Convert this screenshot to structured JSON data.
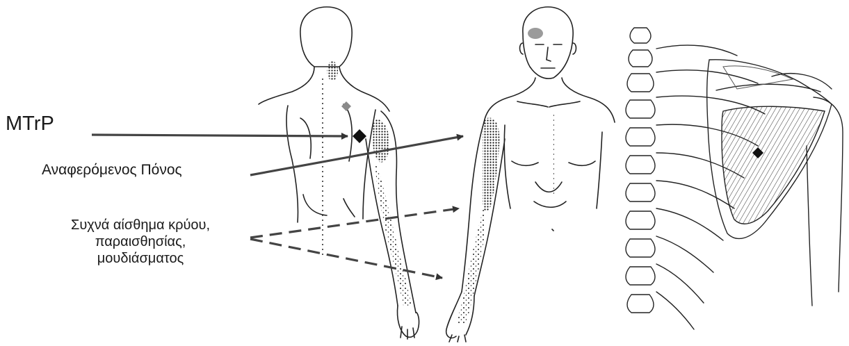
{
  "labels": {
    "mtrp": "MTrP",
    "referred_pain": "Αναφερόμενος Πόνος",
    "cold_sensation": {
      "line1": "Συχνά αίσθημα κρύου,",
      "line2": "παραισθησίας,",
      "line3": "μουδιάσματος"
    }
  },
  "figures": [
    "posterior-body-view",
    "anterior-body-view",
    "shoulder-anatomy-view"
  ],
  "colors": {
    "ink": "#1a1a1a",
    "arrow": "#444444",
    "trigger_point": "#111111",
    "referred_zone": "#222222",
    "head_pain": "#8a8a8a",
    "background": "#ffffff"
  }
}
